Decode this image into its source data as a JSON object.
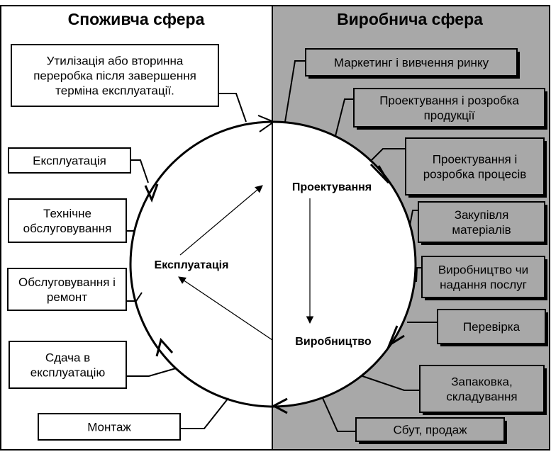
{
  "left_title": "Споживча  сфера",
  "right_title": "Виробнича сфера",
  "center_labels": {
    "design": "Проектування",
    "exploitation": "Експлуатація",
    "production": "Виробництво"
  },
  "left_boxes": [
    {
      "id": "utilization",
      "lines": [
        "Утилізація або вторинна",
        "переробка після завершення",
        "терміна експлуатації."
      ]
    },
    {
      "id": "exploitation",
      "lines": [
        "Експлуатація"
      ]
    },
    {
      "id": "technical-maintenance",
      "lines": [
        "Технічне",
        "обслуговування"
      ]
    },
    {
      "id": "service-repair",
      "lines": [
        "Обслуговування і",
        "ремонт"
      ]
    },
    {
      "id": "commissioning",
      "lines": [
        "Сдача в",
        "експлуатацію"
      ]
    },
    {
      "id": "installation",
      "lines": [
        "Монтаж"
      ]
    }
  ],
  "right_boxes": [
    {
      "id": "marketing",
      "lines": [
        "Маркетинг і вивчення ринку"
      ]
    },
    {
      "id": "product-design",
      "lines": [
        "Проектування і розробка",
        "продукції"
      ]
    },
    {
      "id": "process-design",
      "lines": [
        "Проектування і",
        "розробка процесів"
      ]
    },
    {
      "id": "purchasing",
      "lines": [
        "Закупівля",
        "матеріалів"
      ]
    },
    {
      "id": "production",
      "lines": [
        "Виробництво чи",
        "надання послуг"
      ]
    },
    {
      "id": "inspection",
      "lines": [
        "Перевірка"
      ]
    },
    {
      "id": "packing",
      "lines": [
        "Запаковка,",
        "складування"
      ]
    },
    {
      "id": "sales",
      "lines": [
        "Сбут, продаж"
      ]
    }
  ]
}
